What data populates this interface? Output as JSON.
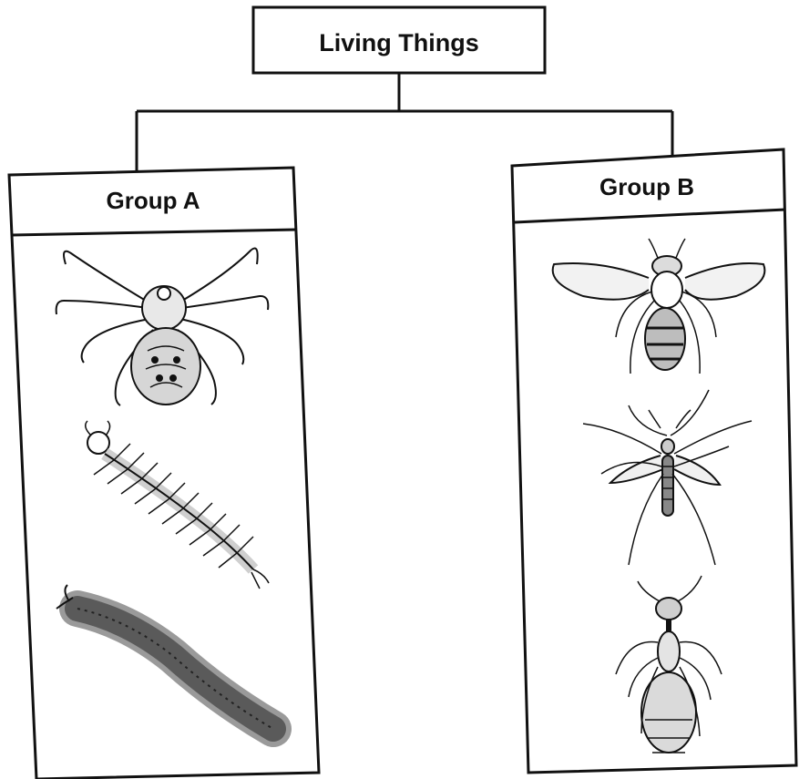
{
  "root": {
    "label": "Living Things"
  },
  "groups": [
    {
      "label": "Group A",
      "organisms": [
        "spider-icon",
        "centipede-icon",
        "millipede-icon"
      ]
    },
    {
      "label": "Group B",
      "organisms": [
        "fly-icon",
        "mosquito-icon",
        "ant-icon"
      ]
    }
  ],
  "colors": {
    "line": "#111111",
    "background": "#ffffff"
  }
}
